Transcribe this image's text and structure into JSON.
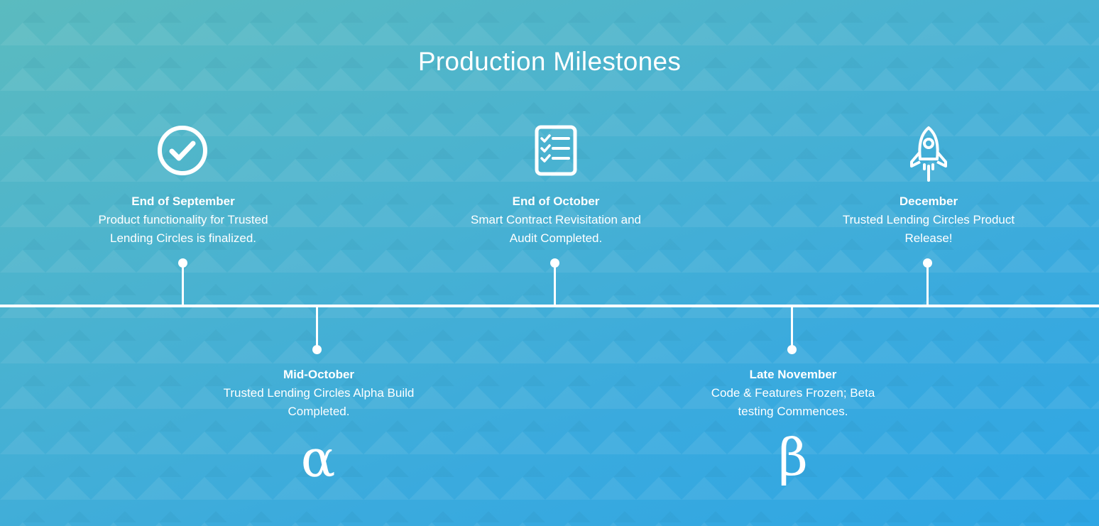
{
  "title": "Production Milestones",
  "milestones": [
    {
      "date": "End of September",
      "desc": "Product functionality for Trusted Lending Circles is finalized.",
      "icon": "check-circle-icon"
    },
    {
      "date": "Mid-October",
      "desc": "Trusted Lending Circles Alpha Build Completed.",
      "icon": "alpha-icon",
      "glyph": "α"
    },
    {
      "date": "End of October",
      "desc": "Smart Contract Revisitation and Audit Completed.",
      "icon": "checklist-icon"
    },
    {
      "date": "Late November",
      "desc": "Code & Features Frozen; Beta testing Commences.",
      "icon": "beta-icon",
      "glyph": "β"
    },
    {
      "date": "December",
      "desc": "Trusted Lending Circles Product Release!",
      "icon": "rocket-icon"
    }
  ],
  "colors": {
    "gradient_start": "#5bbbbf",
    "gradient_end": "#2ea6e4",
    "foreground": "#ffffff"
  }
}
